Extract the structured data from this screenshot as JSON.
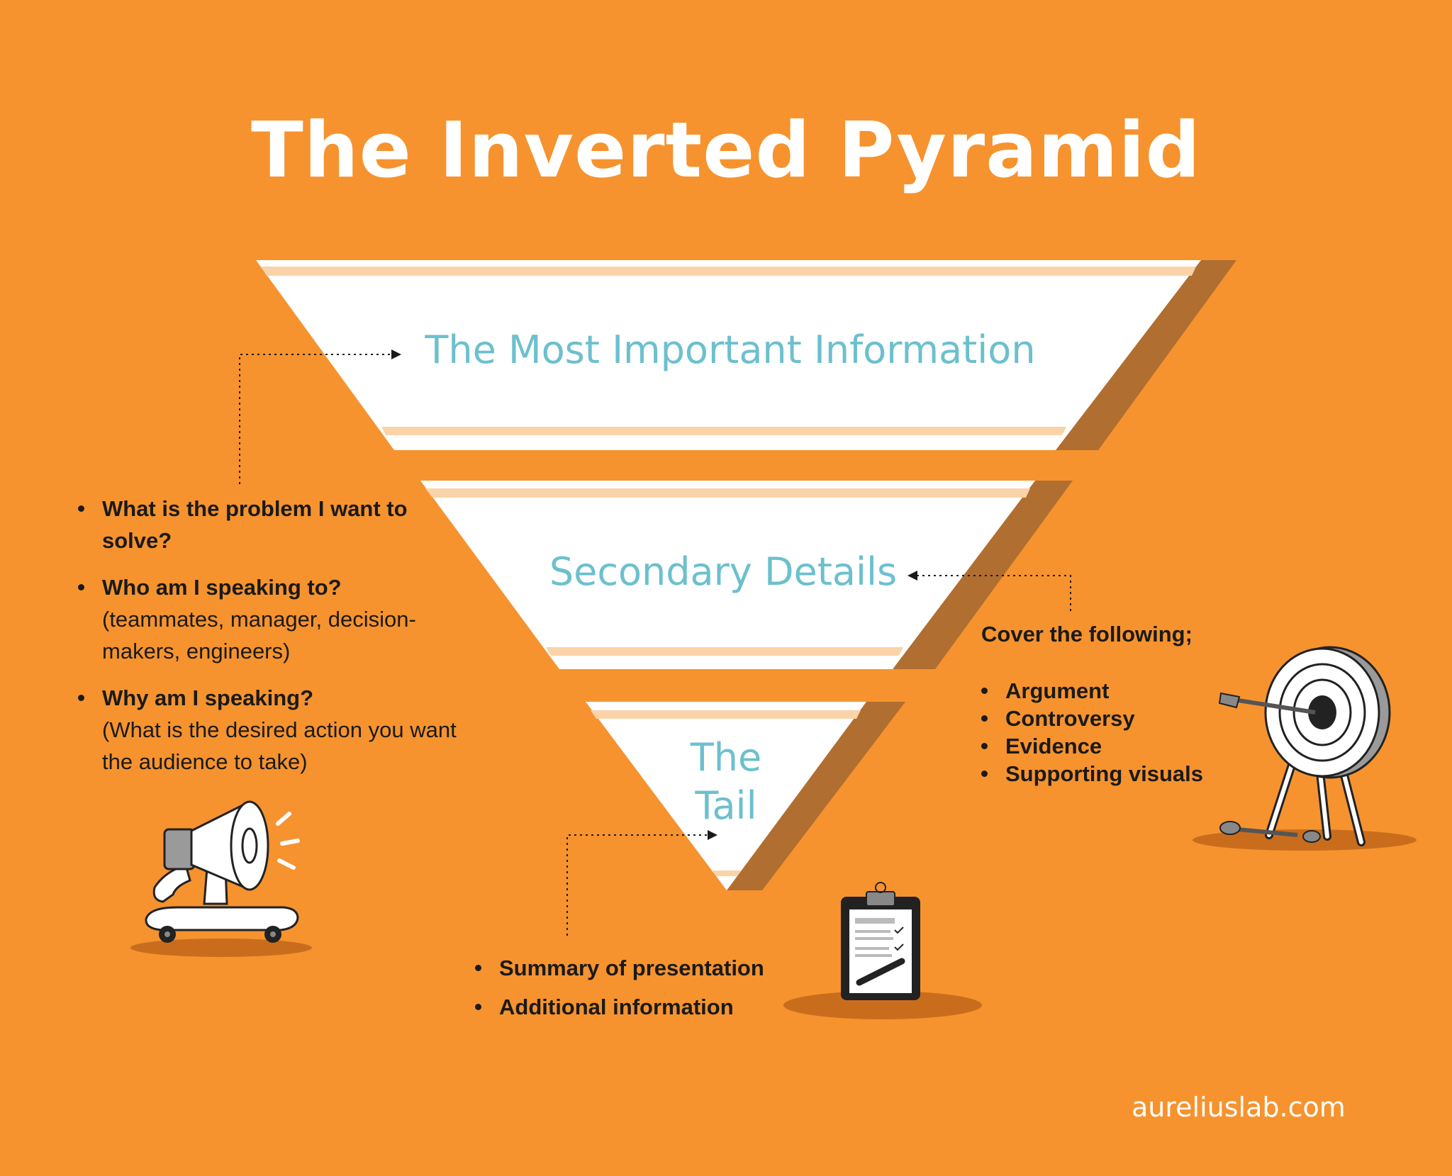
{
  "title": "The Inverted Pyramid",
  "tiers": [
    {
      "label": "The Most Important Information"
    },
    {
      "label": "Secondary Details"
    },
    {
      "label_lines": [
        "The",
        "Tail"
      ]
    }
  ],
  "left_notes": [
    {
      "question": "What is the problem I want to solve?",
      "note": ""
    },
    {
      "question": "Who am I speaking to?",
      "note": "(teammates, manager, decision-makers, engineers)"
    },
    {
      "question": "Why am I speaking?",
      "note": "(What is the desired action you want the audience to take)"
    }
  ],
  "right_notes": {
    "intro": "Cover the following;",
    "items": [
      "Argument",
      "Controversy",
      "Evidence",
      "Supporting visuals"
    ]
  },
  "bottom_notes": [
    "Summary of presentation",
    "Additional information"
  ],
  "footer": "aureliuslab.com",
  "colors": {
    "background": "#F6932E",
    "tier_fill": "#FFFFFF",
    "tier_stripe": "#FBD3A8",
    "tier_shadow": "#B06E30",
    "label_text": "#6CC0CE",
    "body_text": "#1A1A1A"
  },
  "illustrations": [
    "megaphone-skateboard-icon",
    "clipboard-icon",
    "dartboard-target-icon"
  ]
}
